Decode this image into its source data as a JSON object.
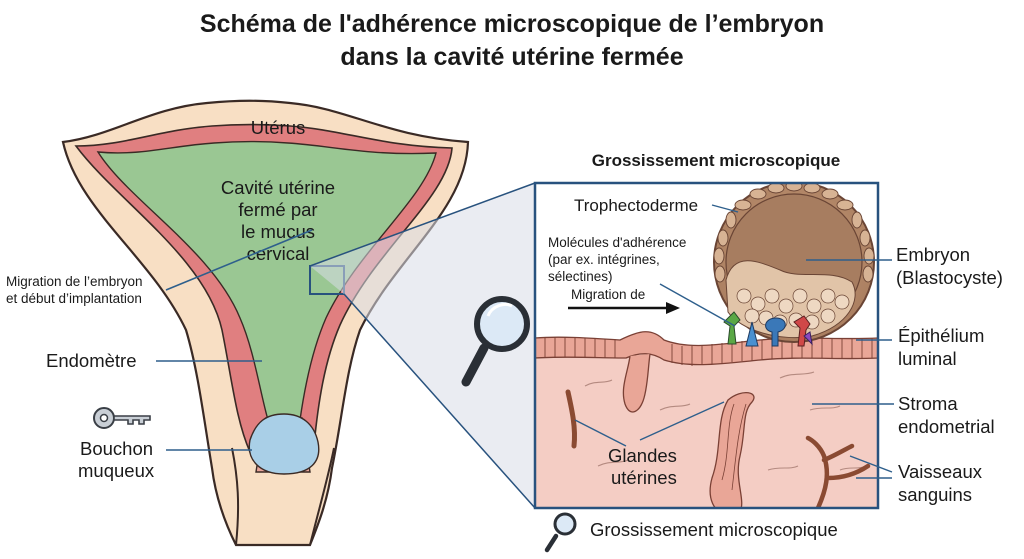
{
  "title": {
    "line1": "Schéma de l'adhérence microscopique de l’embryon",
    "line2": "dans la cavité utérine fermée"
  },
  "uterus": {
    "label": "Utérus",
    "cavity_lines": [
      "Cavité utérine",
      "fermé par",
      "le mucus",
      "cervical"
    ]
  },
  "left_labels": {
    "migration": [
      "Migration de l’embryon",
      "et début d’implantation"
    ],
    "endometre": "Endomètre",
    "bouchon": [
      "Bouchon",
      "muqueux"
    ]
  },
  "inset": {
    "header": "Grossissement microscopique",
    "trophectoderme": "Trophectoderme",
    "molecules": [
      "Molécules d'adhérence",
      "(par ex. intégrines,",
      "sélectines)"
    ],
    "migration_de": "Migration de",
    "glandes": [
      "Glandes",
      "utérines"
    ]
  },
  "right_labels": {
    "embryon": [
      "Embryon",
      "(Blastocyste)"
    ],
    "epithelium": [
      "Épithélium",
      "luminal"
    ],
    "stroma": [
      "Stroma",
      "endometrial"
    ],
    "vaisseaux": [
      "Vaisseaux",
      "sanguins"
    ]
  },
  "footer": "Grossissement microscopique",
  "colors": {
    "outer_tissue": "#f8dfc4",
    "endometrium": "#e07f80",
    "cavity": "#9ac793",
    "mucus_plug": "#a9cfe7",
    "inset_border": "#28527e",
    "stroma": "#f4cdc4",
    "epithelium": "#e9a697",
    "leader_line": "#2e5f8c"
  },
  "icons": [
    "key-icon",
    "magnifier-icon",
    "footer-magnifier-icon"
  ]
}
